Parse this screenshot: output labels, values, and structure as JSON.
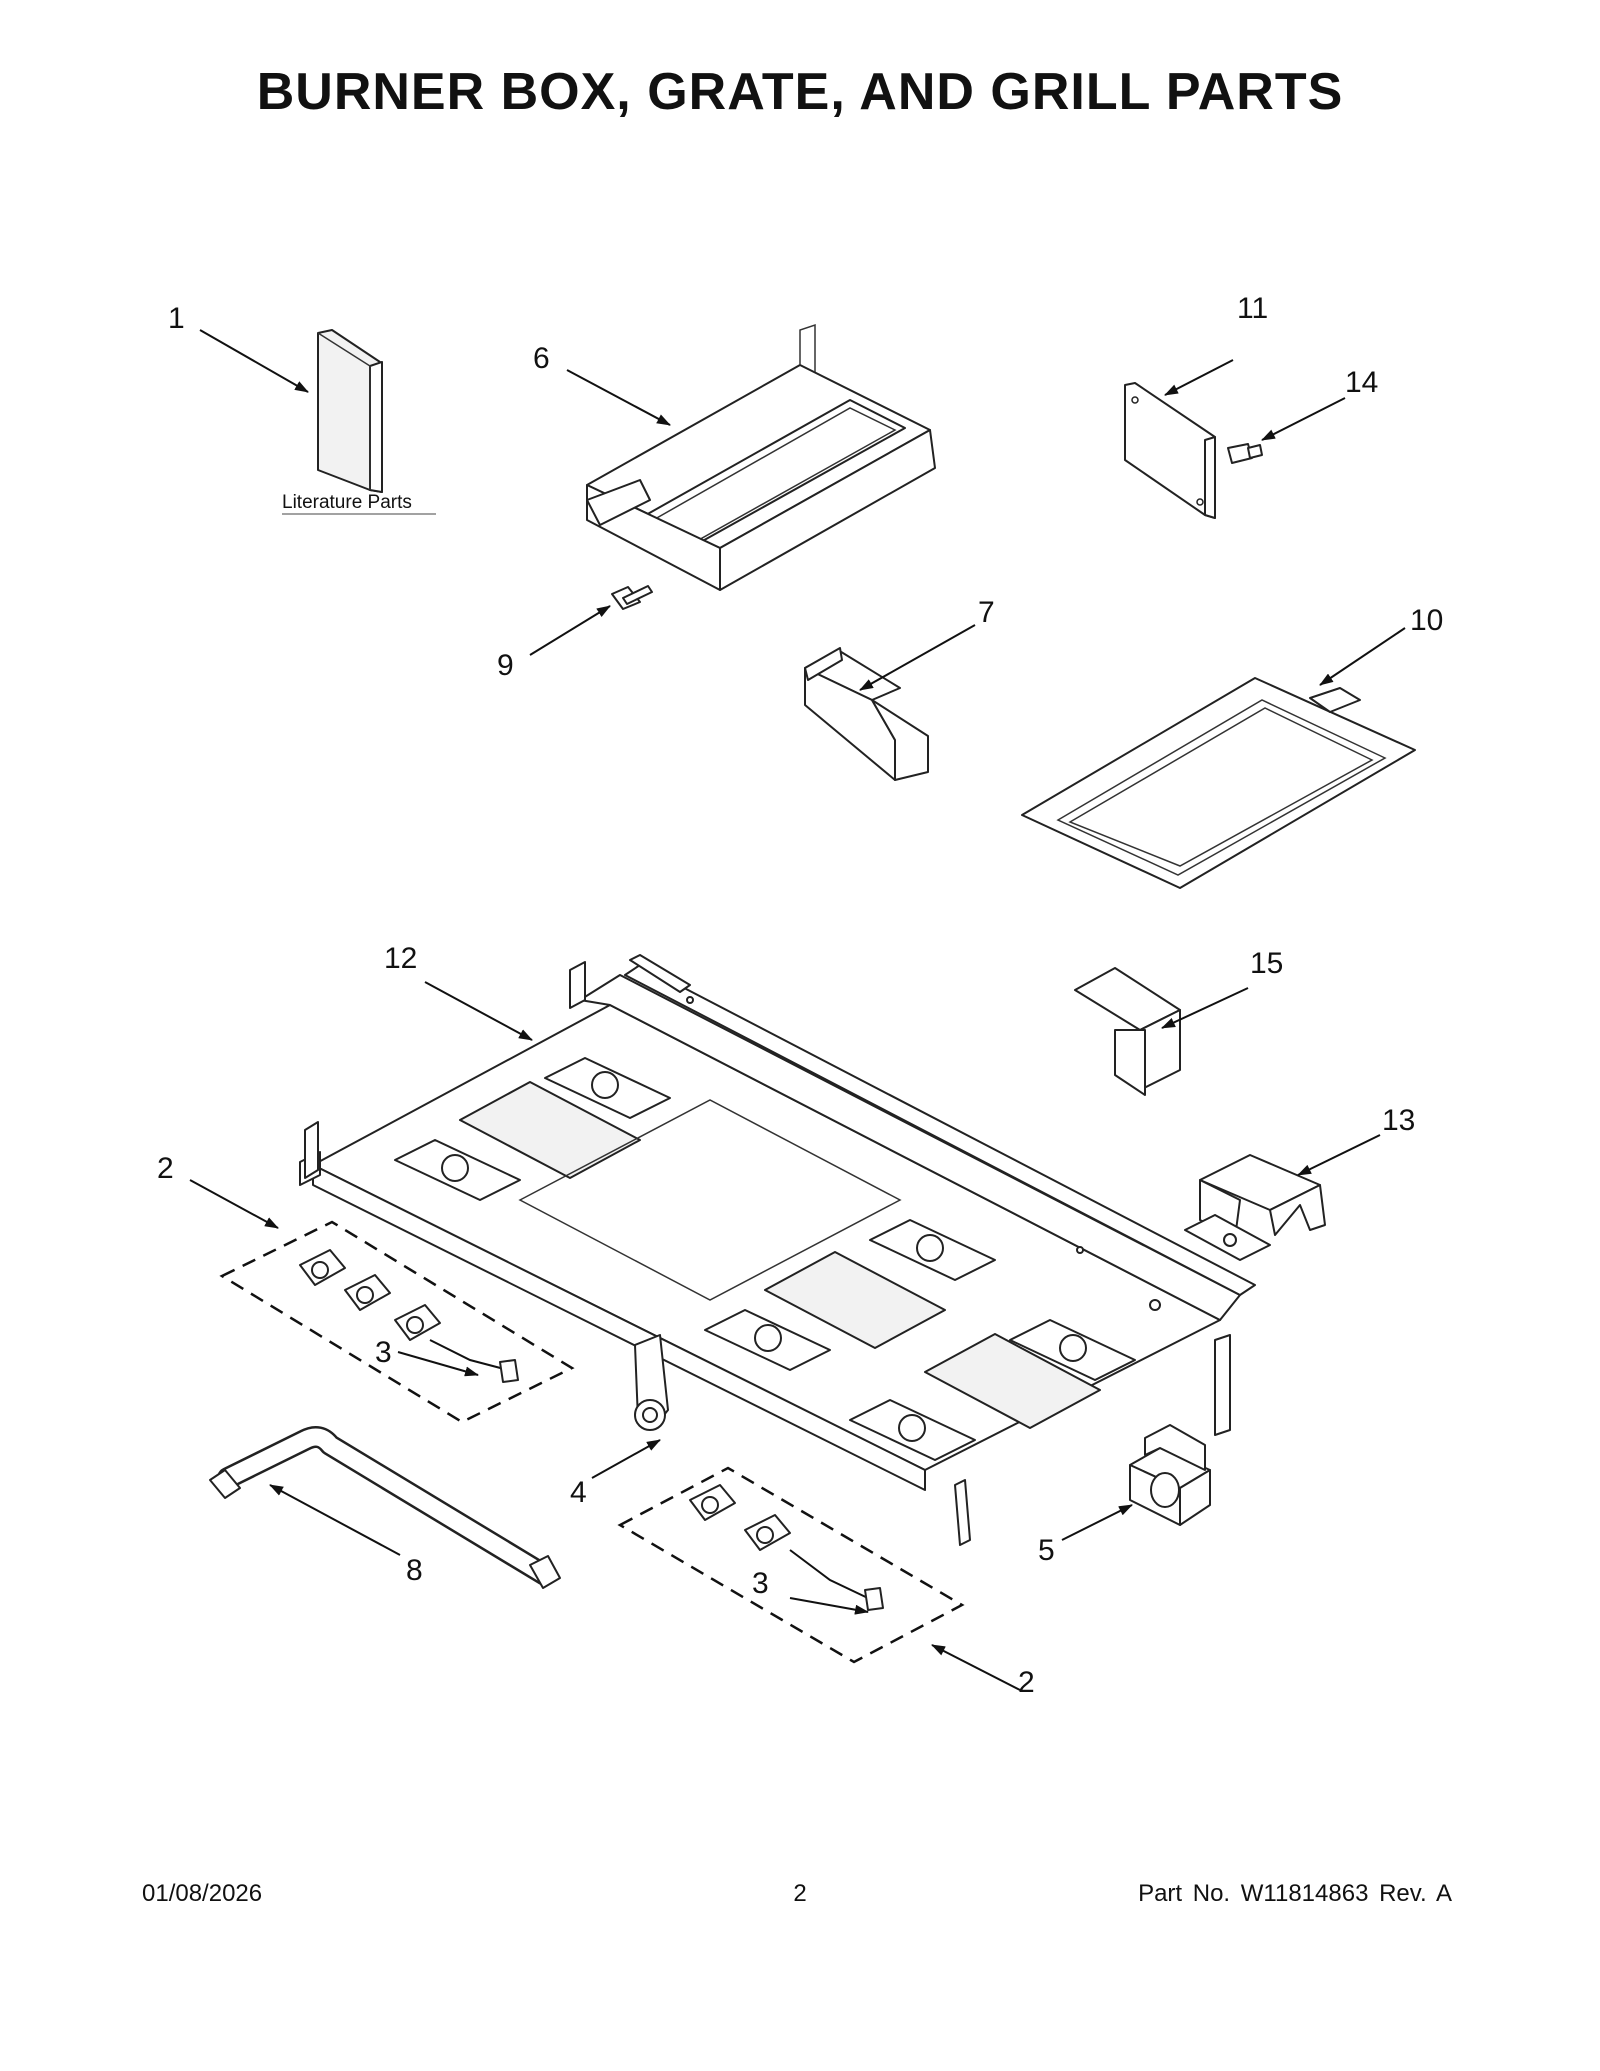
{
  "title": "BURNER BOX, GRATE, AND GRILL PARTS",
  "literature_label": "Literature Parts",
  "callouts": {
    "c1": "1",
    "c2a": "2",
    "c2b": "2",
    "c3a": "3",
    "c3b": "3",
    "c4": "4",
    "c5": "5",
    "c6": "6",
    "c7": "7",
    "c8": "8",
    "c9": "9",
    "c10": "10",
    "c11": "11",
    "c12": "12",
    "c13": "13",
    "c14": "14",
    "c15": "15"
  },
  "footer": {
    "date": "01/08/2026",
    "page": "2",
    "part_no": "Part No.  W11814863  Rev.  A"
  }
}
